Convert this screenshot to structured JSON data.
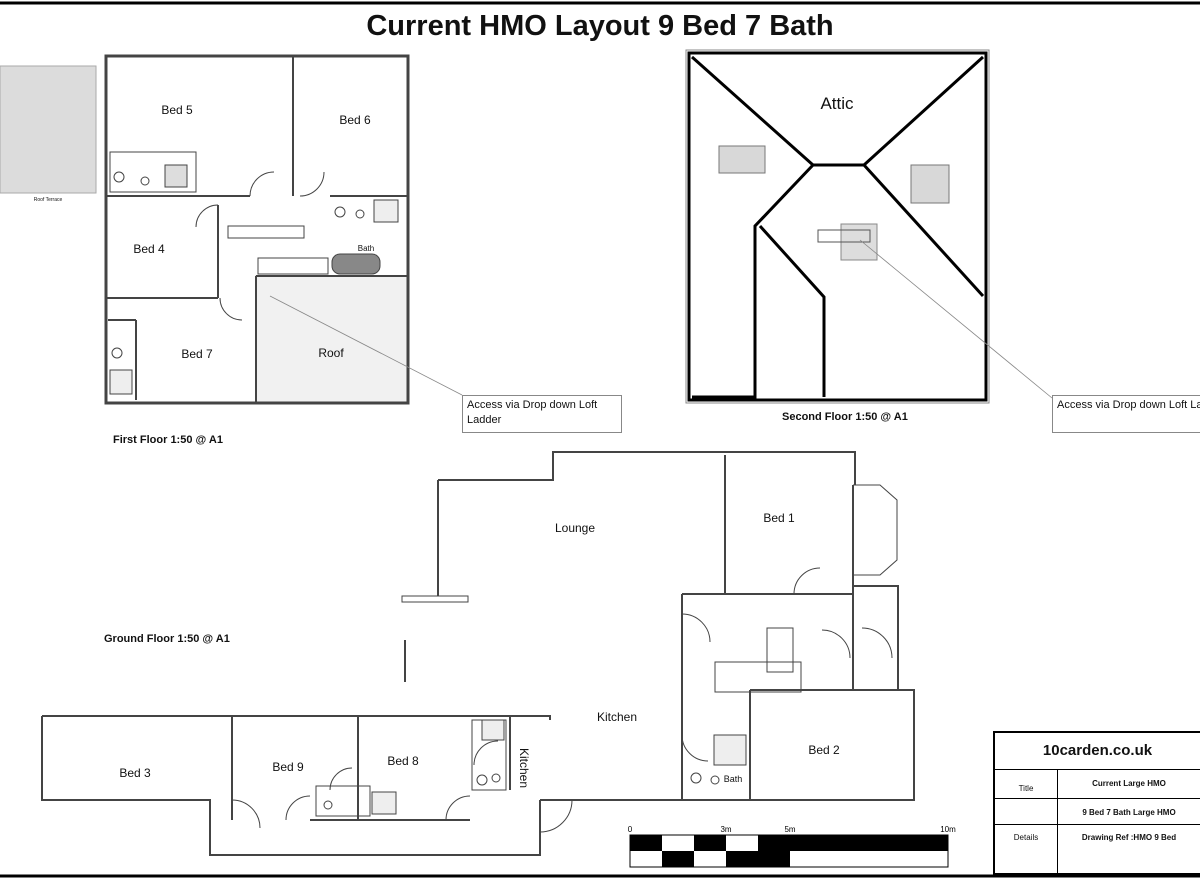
{
  "title": "Current HMO Layout 9 Bed 7 Bath",
  "first_floor": {
    "label": "First Floor 1:50 @ A1",
    "rooms": [
      "Bed 5",
      "Bed 6",
      "Bed 4",
      "Bed 7",
      "Roof"
    ],
    "bath": "Bath",
    "roof_terrace": "Roof Terrace"
  },
  "second_floor": {
    "label": "Second Floor 1:50 @ A1",
    "attic": "Attic"
  },
  "ground_floor": {
    "label": "Ground Floor 1:50 @ A1",
    "rooms": [
      "Lounge",
      "Bed 1",
      "Kitchen",
      "Bed 2",
      "Bed 3",
      "Bed 9",
      "Bed 8",
      "Kitchen"
    ],
    "bath": "Bath"
  },
  "callouts": {
    "loft_access_1": "Access via Drop down Loft Ladder",
    "loft_access_2": "Access via Drop down Loft Ladder"
  },
  "scale_bar": {
    "ticks": [
      "0",
      "3m",
      "5m",
      "10m"
    ]
  },
  "title_block": {
    "company": "10carden.co.uk",
    "title_key": "Title",
    "title_value": "Current Large HMO",
    "subtitle_value": "9 Bed 7 Bath Large HMO",
    "details_key": "Details",
    "details_value": "Drawing Ref :HMO 9 Bed"
  }
}
